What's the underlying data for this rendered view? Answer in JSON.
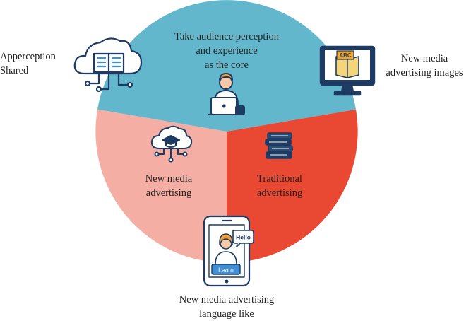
{
  "segments": {
    "top": {
      "lines": [
        "Take audience perception",
        "and experience",
        "as the core"
      ],
      "color": "#62b7cc"
    },
    "left": {
      "lines": [
        "New media",
        "advertising"
      ],
      "color": "#f5aea3"
    },
    "right": {
      "lines": [
        "Traditional",
        "advertising"
      ],
      "color": "#e94833"
    }
  },
  "outer_labels": {
    "top_left": [
      "Apperception",
      "Shared"
    ],
    "top_right": [
      "New media",
      "advertising images"
    ],
    "bottom": [
      "New media advertising",
      "language like"
    ]
  },
  "icon_text": {
    "book": "ABC",
    "bubble": "Hello",
    "learn": "Learn"
  },
  "colors": {
    "icon_stroke": "#1d3b63",
    "icon_fill": "#ffffff",
    "icon_blue": "#3f8fd6"
  },
  "icons": [
    "cloud-library-icon",
    "monitor-book-icon",
    "person-laptop-icon",
    "cloud-graduation-icon",
    "book-stack-icon",
    "phone-learning-icon"
  ]
}
